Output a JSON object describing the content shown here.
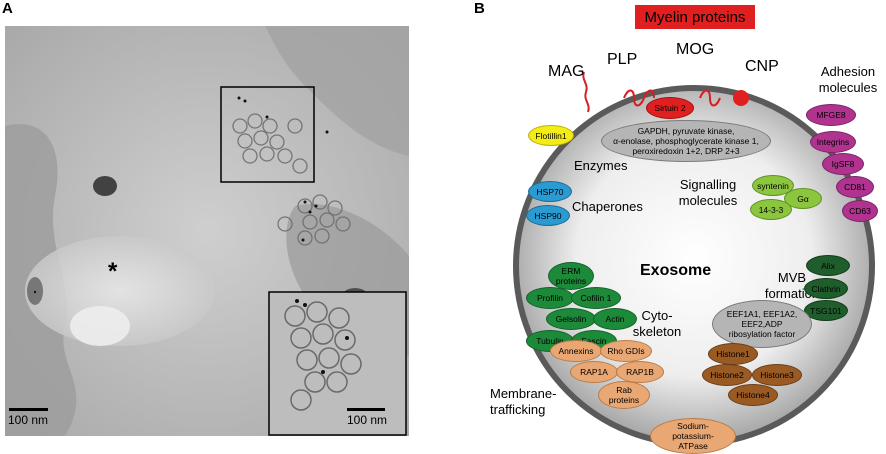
{
  "panel_a": {
    "letter": "A",
    "asterisk": "*",
    "scalebar_main": "100 nm",
    "scalebar_inset": "100 nm"
  },
  "panel_b": {
    "letter": "B",
    "title": "Myelin proteins",
    "myelin": {
      "mag": "MAG",
      "plp": "PLP",
      "mog": "MOG",
      "cnp": "CNP"
    },
    "adhesion_label": "Adhesion molecules",
    "adhesion_label_l1": "Adhesion",
    "adhesion_label_l2": "molecules",
    "adhesion": [
      "MFGE8",
      "Integrins",
      "IgSF8",
      "CD81",
      "CD63"
    ],
    "flotillin": "Flotillin1",
    "sirtuin": "Sirtuin 2",
    "enzymes_box": "GAPDH, pyruvate kinase, α-enolase, phosphoglycerate kinase 1, peroxiredoxin 1+2, DRP 2+3",
    "enzymes_box_l1": "GAPDH, pyruvate kinase,",
    "enzymes_box_l2": "α-enolase, phosphoglycerate kinase 1,",
    "enzymes_box_l3": "peroxiredoxin 1+2, DRP 2+3",
    "enzymes_label": "Enzymes",
    "chaperones": [
      "HSP70",
      "HSP90"
    ],
    "chaperones_label": "Chaperones",
    "signalling": [
      "syntenin",
      "Gα",
      "14-3-3"
    ],
    "signalling_label_l1": "Signalling",
    "signalling_label_l2": "molecules",
    "center_label": "Exosome",
    "mvb": [
      "Alix",
      "Clathrin",
      "TSG101"
    ],
    "mvb_label_l1": "MVB",
    "mvb_label_l2": "formation",
    "cytoskeleton": {
      "erm_l1": "ERM",
      "erm_l2": "proteins",
      "items": [
        "Profilin",
        "Cofilin 1",
        "Gelsolin",
        "Actin",
        "Tubulin",
        "Fascin"
      ]
    },
    "cytoskeleton_label_l1": "Cyto-",
    "cytoskeleton_label_l2": "skeleton",
    "eef_l1": "EEF1A1, EEF1A2,",
    "eef_l2": "EEF2,ADP",
    "eef_l3": "ribosylation factor",
    "membrane": [
      "Annexins",
      "Rho GDIs",
      "RAP1A",
      "RAP1B"
    ],
    "rab_l1": "Rab",
    "rab_l2": "proteins",
    "membrane_label_l1": "Membrane-",
    "membrane_label_l2": "trafficking",
    "histones": [
      "Histone1",
      "Histone2",
      "Histone3",
      "Histone4"
    ],
    "atpase_l1": "Sodium-",
    "atpase_l2": "potassium-",
    "atpase_l3": "ATPase"
  }
}
